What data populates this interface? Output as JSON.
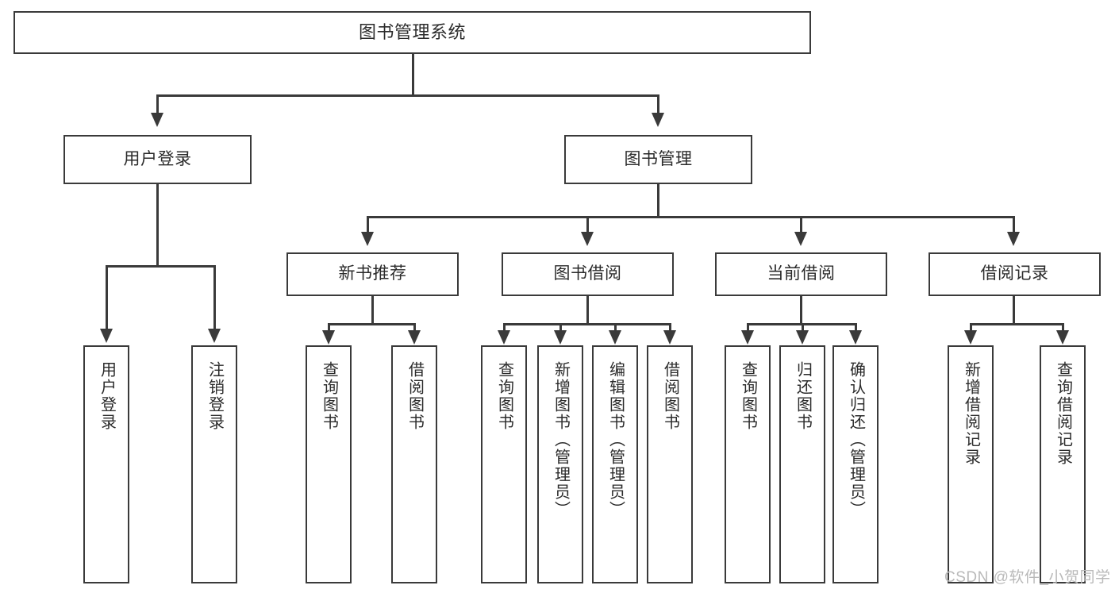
{
  "diagram": {
    "type": "tree-hierarchy-chart",
    "title": "图书管理系统",
    "orientation": "top-down",
    "line_color": "#3a3a3a",
    "box_fill": "#ffffff",
    "text_color": "#2b2b2b",
    "levels": 4
  },
  "root": {
    "label": "图书管理系统"
  },
  "level2": [
    {
      "label": "用户登录"
    },
    {
      "label": "图书管理"
    }
  ],
  "level3": [
    {
      "label": "新书推荐"
    },
    {
      "label": "图书借阅"
    },
    {
      "label": "当前借阅"
    },
    {
      "label": "借阅记录"
    }
  ],
  "leaves": {
    "user_login": [
      {
        "label": "用户登录"
      },
      {
        "label": "注销登录"
      }
    ],
    "new_book_recommend": [
      {
        "label": "查询图书"
      },
      {
        "label": "借阅图书"
      }
    ],
    "book_borrow": [
      {
        "label": "查询图书"
      },
      {
        "label": "新增图书（管理员）"
      },
      {
        "label": "编辑图书（管理员）"
      },
      {
        "label": "借阅图书"
      }
    ],
    "current_borrow": [
      {
        "label": "查询图书"
      },
      {
        "label": "归还图书"
      },
      {
        "label": "确认归还（管理员）"
      }
    ],
    "borrow_record": [
      {
        "label": "新增借阅记录"
      },
      {
        "label": "查询借阅记录"
      }
    ]
  },
  "watermark": {
    "text": "CSDN @软件_小贺同学"
  }
}
